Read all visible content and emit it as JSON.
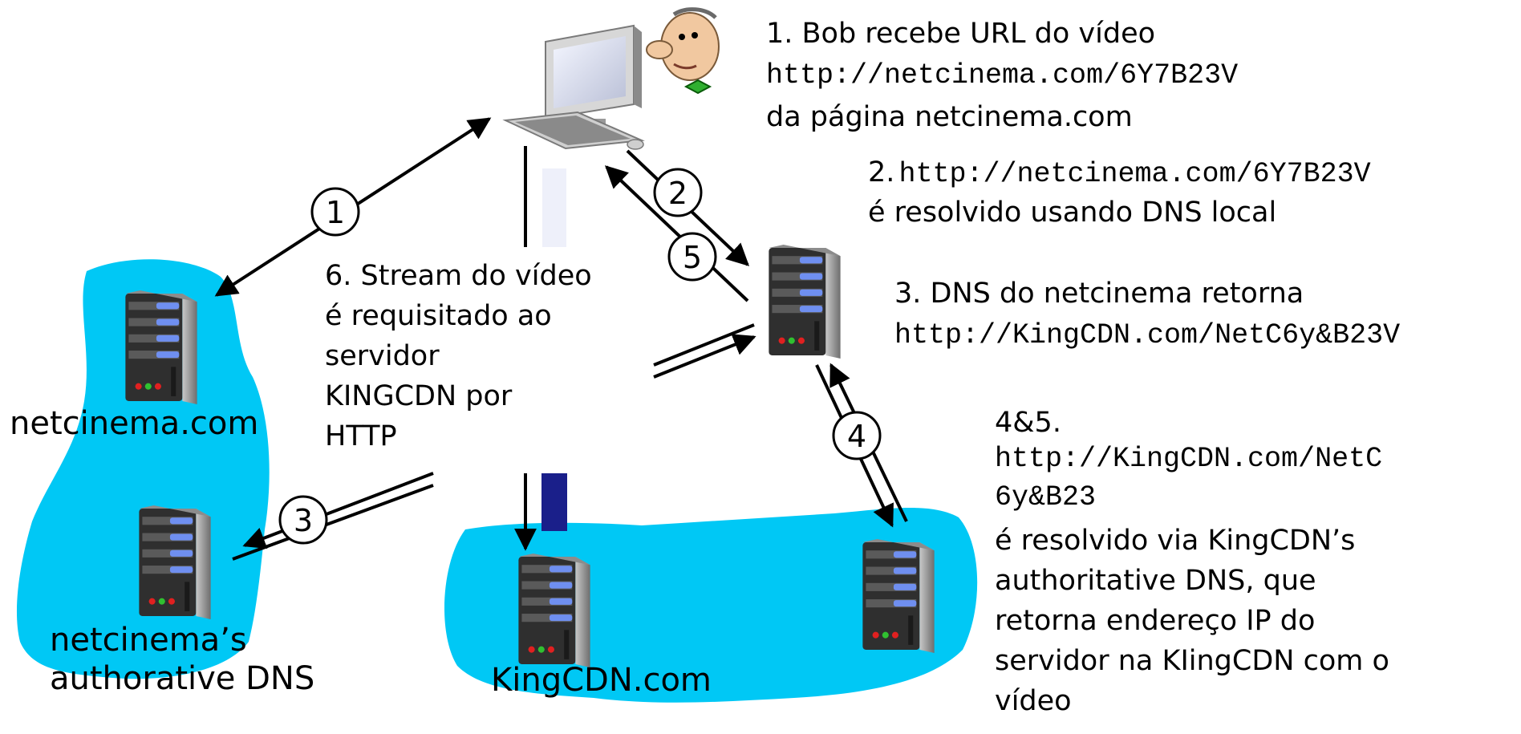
{
  "colors": {
    "cloud": "#00c8f5",
    "arrow": "#000000",
    "server_body": "#3a3a3a",
    "server_side": "#9a9a9a",
    "drive_light": "#5c7fe0"
  },
  "nodes": {
    "netcinema": "netcinema.com",
    "netcinema_dns_line1": "netcinema’s",
    "netcinema_dns_line2": "authorative DNS",
    "kingcdn": "KingCDN.com"
  },
  "steps": {
    "s1": {
      "number": "1",
      "line1": "1. Bob recebe URL do vídeo",
      "url": "http://netcinema.com/6Y7B23V",
      "line3": "da página netcinema.com"
    },
    "s2": {
      "number": "2",
      "prefix": "2.",
      "url": "http://netcinema.com/6Y7B23V",
      "line2": "é resolvido usando DNS local"
    },
    "s3": {
      "number": "3",
      "line1": "3. DNS do netcinema retorna",
      "url": "http://KingCDN.com/NetC6y&B23V"
    },
    "s4": {
      "number": "4",
      "title": "4&5.",
      "url_line1": "http://KingCDN.com/NetC",
      "url_line2": "6y&B23",
      "line4": "é resolvido via KingCDN’s",
      "line5": "authoritative DNS, que",
      "line6": "retorna endereço IP do",
      "line7": "servidor na KIingCDN com o",
      "line8": "vídeo"
    },
    "s5": {
      "number": "5"
    },
    "s6": {
      "line1": "6. Stream do vídeo",
      "line2": "é requisitado ao",
      "line3": "servidor",
      "line4": "KINGCDN por",
      "line5": "HTTP"
    }
  }
}
